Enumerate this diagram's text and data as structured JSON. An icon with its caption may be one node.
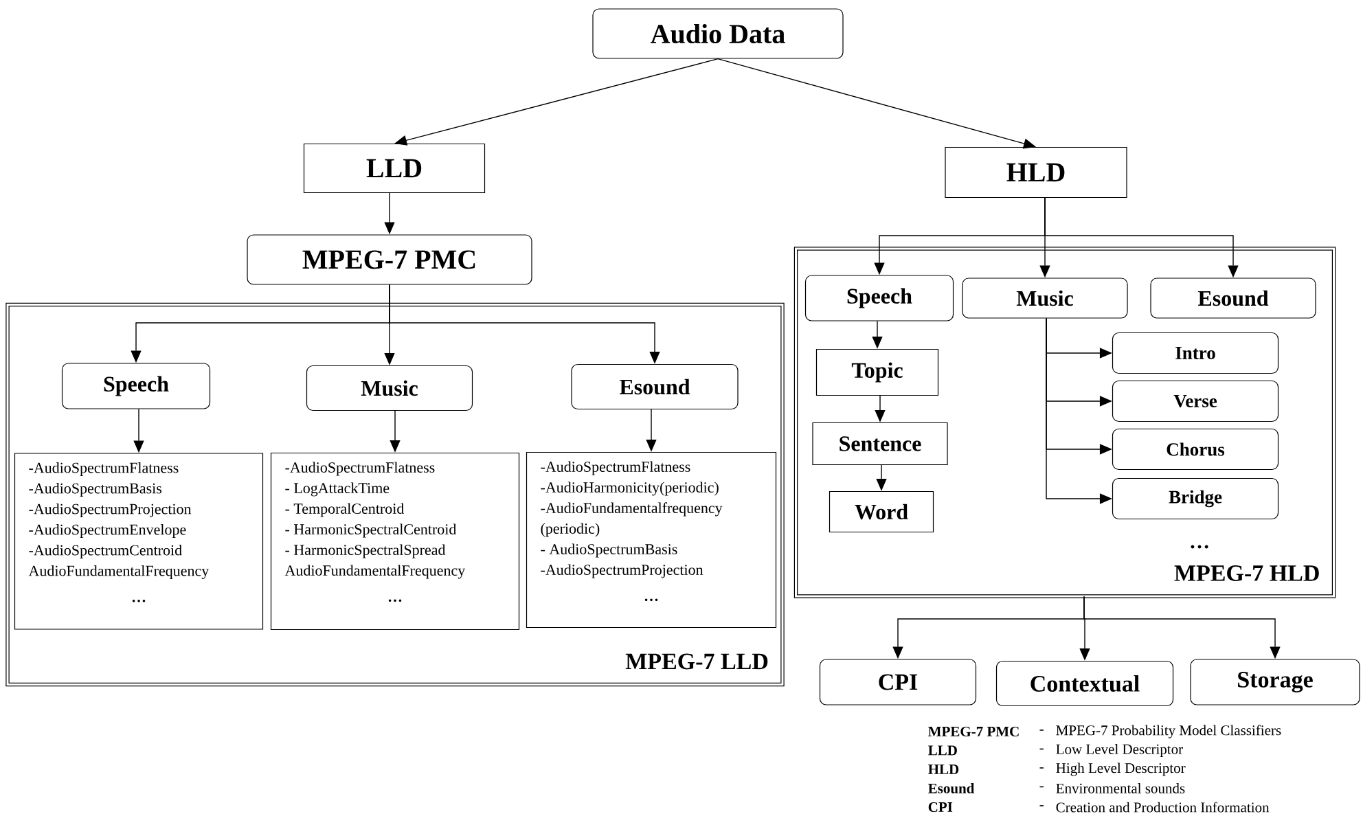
{
  "diagram": {
    "nodes": [
      {
        "text": [
          "Audio Data"
        ]
      },
      {
        "text": [
          "LLD"
        ]
      },
      {
        "text": [
          "HLD"
        ]
      },
      {
        "text": [
          "MPEG-7 PMC"
        ]
      },
      {
        "text": [
          "MPEG-7 LLD"
        ]
      },
      {
        "text": [
          "Speech"
        ],
        "in": 4
      },
      {
        "text": [
          "Music"
        ],
        "in": 4
      },
      {
        "text": [
          "Esound"
        ],
        "in": 4
      },
      {
        "text": [
          "-AudioSpectrumFlatness",
          "-AudioSpectrumBasis",
          "-AudioSpectrumProjection",
          "-AudioSpectrumEnvelope",
          "-AudioSpectrumCentroid",
          "AudioFundamentalFrequency",
          "…"
        ],
        "in": 4
      },
      {
        "text": [
          "-AudioSpectrumFlatness",
          "- LogAttackTime",
          "- TemporalCentroid",
          "- HarmonicSpectralCentroid",
          "- HarmonicSpectralSpread",
          "AudioFundamentalFrequency",
          "…"
        ],
        "in": 4
      },
      {
        "text": [
          "-AudioSpectrumFlatness",
          "-AudioHarmonicity(periodic)",
          "-AudioFundamentalfrequency (periodic)",
          "- AudioSpectrumBasis",
          "-AudioSpectrumProjection",
          "…"
        ],
        "in": 4
      },
      {
        "text": [
          "MPEG-7 HLD"
        ]
      },
      {
        "text": [
          "Speech"
        ],
        "in": 11
      },
      {
        "text": [
          "Music"
        ],
        "in": 11
      },
      {
        "text": [
          "Esound"
        ],
        "in": 11
      },
      {
        "text": [
          "Topic"
        ],
        "in": 11
      },
      {
        "text": [
          "Sentence"
        ],
        "in": 11
      },
      {
        "text": [
          "Word"
        ],
        "in": 11
      },
      {
        "text": [
          "Intro"
        ],
        "in": 11
      },
      {
        "text": [
          "Verse"
        ],
        "in": 11
      },
      {
        "text": [
          "Chorus"
        ],
        "in": 11
      },
      {
        "text": [
          "Bridge"
        ],
        "in": 11
      },
      {
        "text": [
          "CPI"
        ]
      },
      {
        "text": [
          "Contextual"
        ]
      },
      {
        "text": [
          "Storage"
        ]
      }
    ],
    "edges": [
      {
        "from": 0,
        "to": 1,
        "arrow": "to"
      },
      {
        "from": 0,
        "to": 2,
        "arrow": "to"
      },
      {
        "from": 1,
        "to": 3,
        "arrow": "to"
      },
      {
        "from": 3,
        "to": 5,
        "arrow": "to"
      },
      {
        "from": 3,
        "to": 6,
        "arrow": "to"
      },
      {
        "from": 3,
        "to": 7,
        "arrow": "to"
      },
      {
        "from": 5,
        "to": 8,
        "arrow": "to"
      },
      {
        "from": 6,
        "to": 9,
        "arrow": "to"
      },
      {
        "from": 7,
        "to": 10,
        "arrow": "to"
      },
      {
        "from": 2,
        "to": 12,
        "arrow": "to"
      },
      {
        "from": 2,
        "to": 13,
        "arrow": "to"
      },
      {
        "from": 2,
        "to": 14,
        "arrow": "to"
      },
      {
        "from": 12,
        "to": 15,
        "arrow": "to"
      },
      {
        "from": 15,
        "to": 16,
        "arrow": "to"
      },
      {
        "from": 16,
        "to": 17,
        "arrow": "to"
      },
      {
        "from": 13,
        "to": 18,
        "arrow": "to"
      },
      {
        "from": 13,
        "to": 19,
        "arrow": "to"
      },
      {
        "from": 13,
        "to": 20,
        "arrow": "to"
      },
      {
        "from": 13,
        "to": 21,
        "arrow": "to"
      },
      {
        "from": 11,
        "to": 22,
        "arrow": "to"
      },
      {
        "from": 11,
        "to": 23,
        "arrow": "to"
      },
      {
        "from": 11,
        "to": 24,
        "arrow": "to"
      }
    ],
    "labels": [
      "…",
      "MPEG-7 PMC",
      "-",
      "MPEG-7 Probability Model Classifiers",
      "LLD",
      "-",
      "Low Level Descriptor",
      "HLD",
      "-",
      "High Level Descriptor",
      "Esound",
      "-",
      "Environmental sounds",
      "CPI",
      "-",
      "Creation and Production Information"
    ]
  }
}
